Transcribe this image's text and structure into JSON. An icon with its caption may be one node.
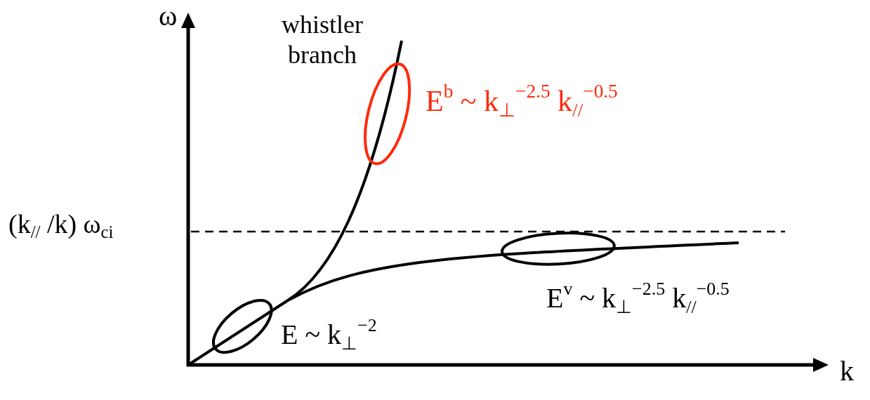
{
  "diagram": {
    "nodes": [
      {
        "text": [],
        "shape": "ellipse",
        "beside": [
          "E ~ k$_{⊥}$$^{−2}$"
        ]
      },
      {
        "text": [],
        "shape": "ellipse",
        "beside": [
          "E$^{b}$ ~ k$_{⊥}$$^{−2.5}$ k$_{//}$$^{−0.5}$"
        ]
      },
      {
        "text": [],
        "shape": "ellipse",
        "beside": [
          "E$^{v}$ ~ k$_{⊥}$$^{−2.5}$ k$_{//}$$^{−0.5}$"
        ]
      }
    ],
    "edges": [],
    "labels": [
      "ω",
      "whistler branch",
      "(k$_{//}$ /k) ω$_{ci}$",
      "k"
    ]
  }
}
